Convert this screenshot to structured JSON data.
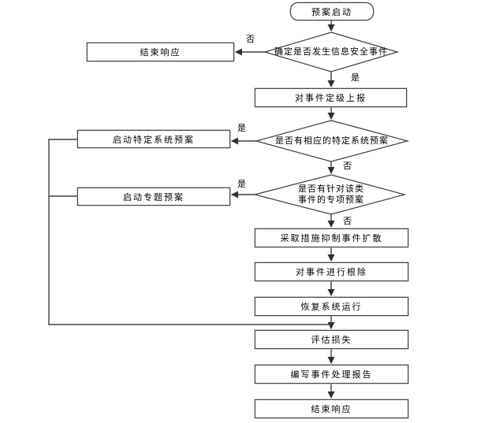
{
  "flowchart": {
    "nodes": {
      "start": "预案启动",
      "decision_incident": "确定是否发生信息安全事件",
      "end_response_top": "结束响应",
      "grade_and_report": "对事件定级上报",
      "decision_specific_plan": "是否有相应的特定系统预案",
      "launch_specific_system_plan": "启动特定系统预案",
      "decision_special_plan_line1": "是否有针对该类",
      "decision_special_plan_line2": "事件的专项预案",
      "launch_special_plan": "启动专题预案",
      "suppress_spread": "采取措施抑制事件扩散",
      "eradicate_event": "对事件进行根除",
      "restore_system": "恢复系统运行",
      "assess_loss": "评估损失",
      "write_report": "编写事件处理报告",
      "end_response_bottom": "结束响应"
    },
    "edge_labels": {
      "yes": "是",
      "no": "否"
    },
    "colors": {
      "line": "#3f3f3f",
      "node_border": "#464646",
      "background": "#ffffff",
      "text": "#000000"
    }
  }
}
